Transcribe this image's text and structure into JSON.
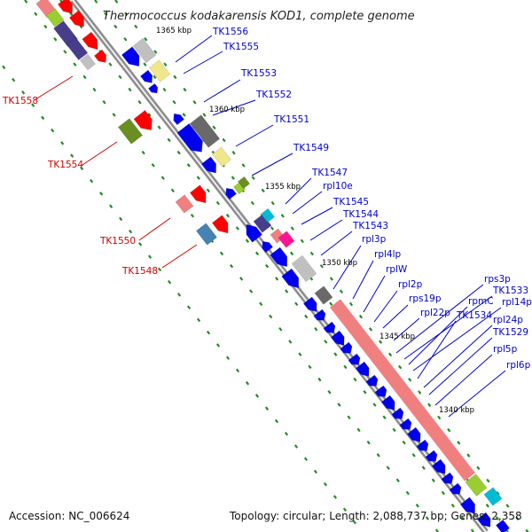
{
  "title": "Thermococcus kodakarensis KOD1, complete genome",
  "footer": {
    "accession": "Accession: NC_006624",
    "summary": "Topology: circular; Length: 2,088,737 bp; Genes: 2,358"
  },
  "colors": {
    "backbone": "#8c8c8c",
    "label_blue": "#0000cc",
    "label_red": "#cc0000",
    "gene_blue": "#0000ee",
    "gene_red": "#ff0000",
    "gene_salmon": "#f08080",
    "gene_gray": "#c0c0c0",
    "gene_khaki": "#f0e68c",
    "gene_green": "#6b8e23",
    "gene_steel": "#4682b4",
    "gene_dark": "#696969",
    "gene_magenta": "#ff1493",
    "gene_lime": "#9acd32",
    "gene_cyan": "#00bcd4",
    "gene_slate": "#483d8b",
    "dash_green": "#228b22"
  },
  "kbp_marks": [
    "1365 kbp",
    "1360 kbp",
    "1355 kbp",
    "1350 kbp",
    "1345 kbp",
    "1340 kbp"
  ],
  "labels_right": [
    "TK1556",
    "TK1555",
    "TK1553",
    "TK1552",
    "TK1551",
    "TK1549",
    "TK1547",
    "rpl10e",
    "TK1545",
    "TK1544",
    "TK1543",
    "rpl3p",
    "rpl4lp",
    "rplW",
    "rpl2p",
    "rps19p",
    "rpl22p",
    "rps3p",
    "TK1533",
    "rpmC",
    "rpl14p",
    "TK1534",
    "rpl24p",
    "TK1529",
    "rpl5p",
    "rpl6p"
  ],
  "labels_left": [
    "TK1558",
    "TK1554",
    "TK1550",
    "TK1548"
  ]
}
